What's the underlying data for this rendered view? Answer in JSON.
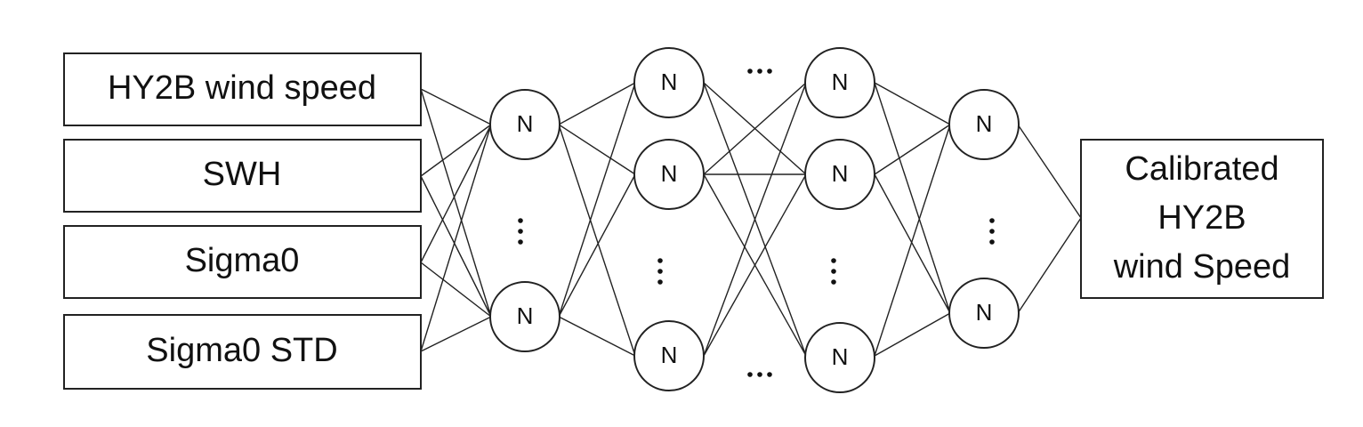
{
  "inputs": [
    "HY2B wind speed",
    "SWH",
    "Sigma0",
    "Sigma0 STD"
  ],
  "node_label": "N",
  "output": {
    "lines": [
      "Calibrated",
      "HY2B",
      "wind Speed"
    ]
  },
  "colors": {
    "stroke": "#222222",
    "background": "#ffffff",
    "text": "#111111"
  }
}
